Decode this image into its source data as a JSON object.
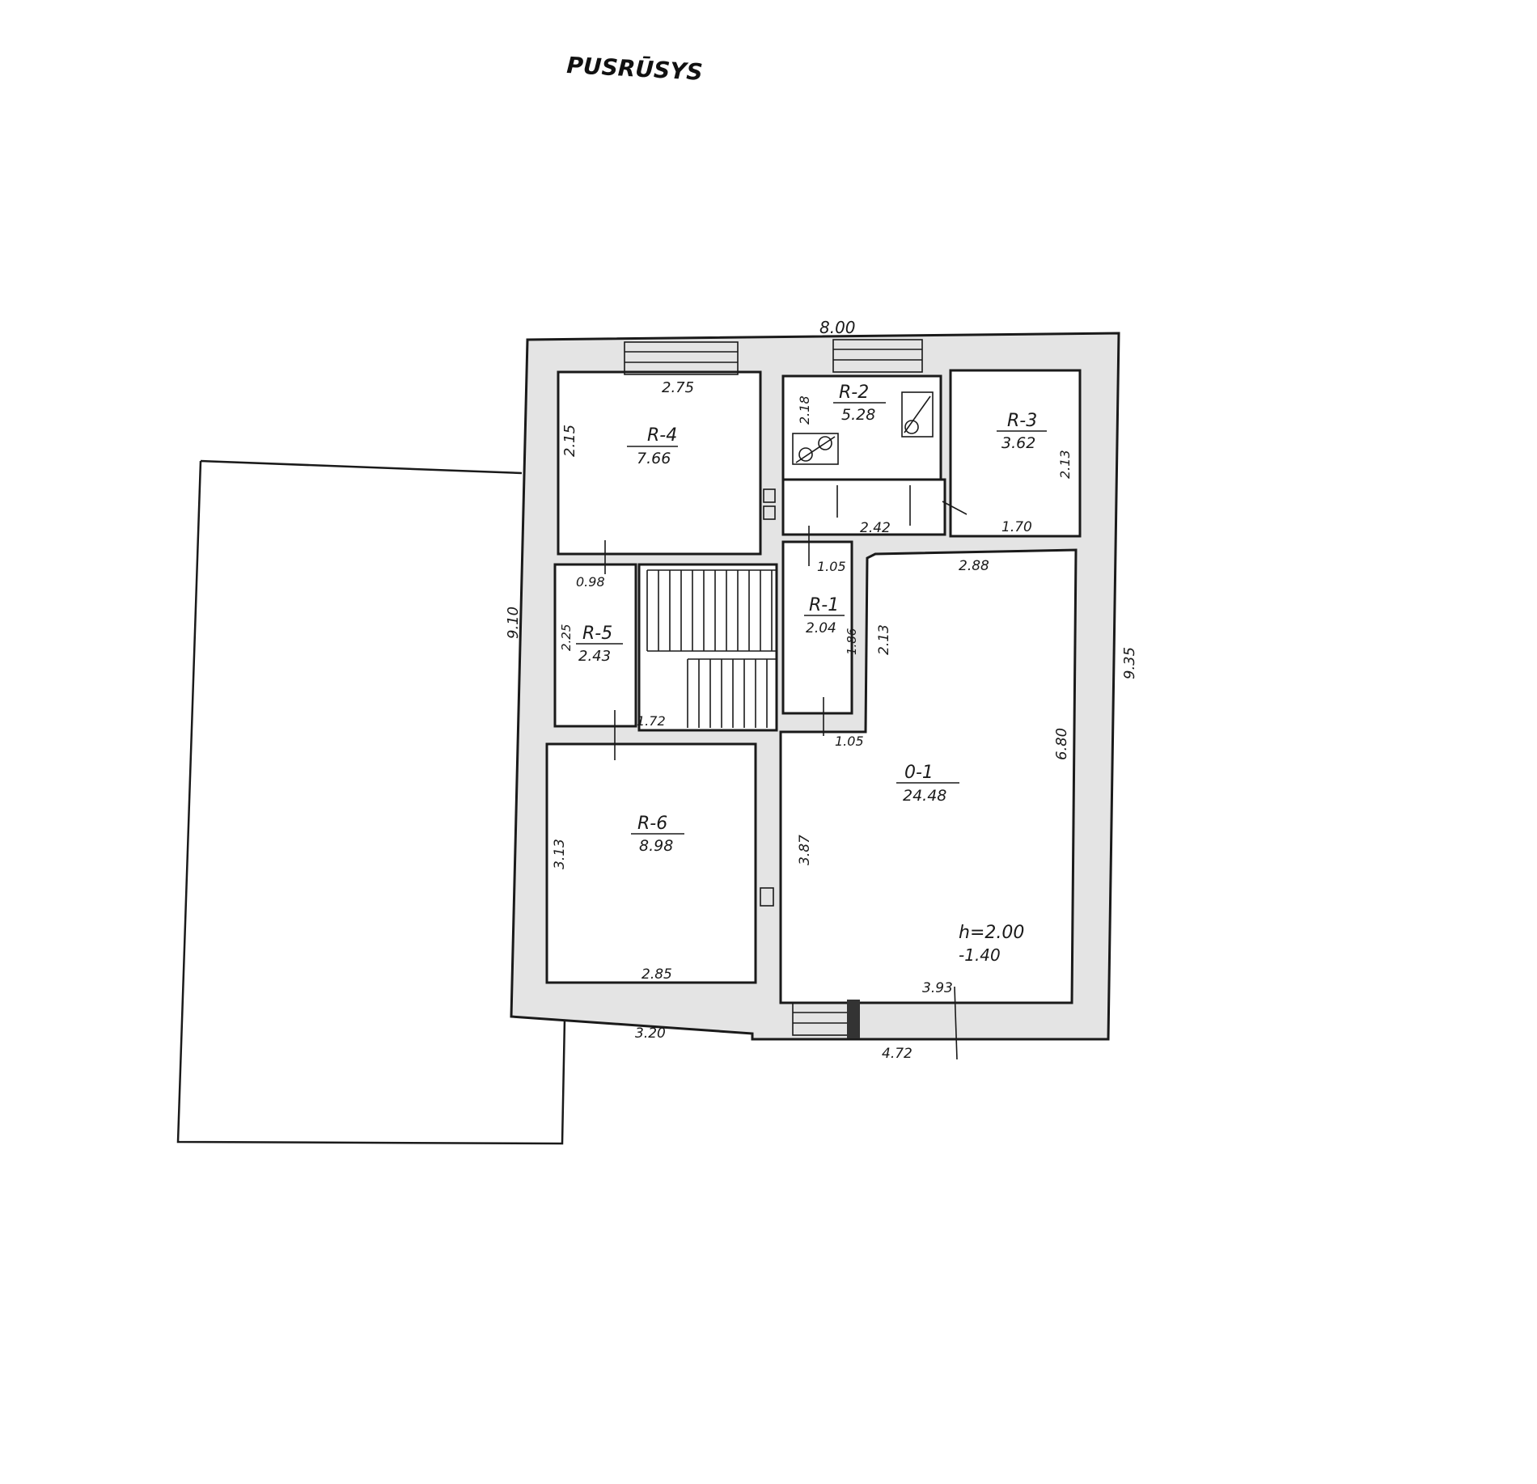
{
  "title": "PUSRŪSYS",
  "rooms": [
    {
      "id": "R-4",
      "area": "7.66"
    },
    {
      "id": "R-2",
      "area": "5.28"
    },
    {
      "id": "R-3",
      "area": "3.62"
    },
    {
      "id": "R-1",
      "area": "2.04"
    },
    {
      "id": "R-5",
      "area": "2.43"
    },
    {
      "id": "R-6",
      "area": "8.98"
    },
    {
      "id": "0-1",
      "area": "24.48"
    }
  ],
  "dimensions": {
    "top_total": "8.00",
    "r4_width": "2.75",
    "r4_height": "2.15",
    "r2_height": "2.18",
    "r3_height": "2.13",
    "corridor_width": "2.42",
    "r3_width": "1.70",
    "left_total": "9.10",
    "right_total": "9.35",
    "r5_top": "0.98",
    "r5_height": "2.25",
    "r1_width_top": "1.05",
    "r1_height": "1.86",
    "o1_top_width": "2.88",
    "o1_upper_height": "2.13",
    "o1_right_height": "6.80",
    "r5_bottom": "1.72",
    "r1_width_bottom": "1.05",
    "r6_height": "3.13",
    "o1_left_height": "3.87",
    "r6_width": "2.85",
    "bottom_left": "3.20",
    "o1_bottom": "3.93",
    "bottom_right": "4.72"
  },
  "notes": {
    "height": "h=2.00",
    "level": "-1.40"
  }
}
